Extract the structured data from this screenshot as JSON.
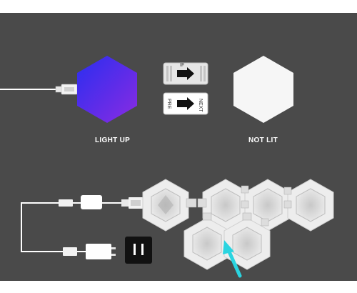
{
  "labels": {
    "lit": "LIGHT UP",
    "unlit": "NOT LIT"
  },
  "connectors": {
    "top_text": "IF",
    "bottom_text_left": "PRE",
    "bottom_text_right": "NEXT"
  },
  "colors": {
    "background": "#4a4a4a",
    "lit_gradient_start": "#2a2ef0",
    "lit_gradient_end": "#8a2be2",
    "unlit_panel": "#f6f6f6",
    "cable": "#ffffff",
    "power_adapter": "#111111",
    "pointer_arrow": "#2ad4e0"
  },
  "icons": [
    "usb-plug-icon",
    "controller-box-icon",
    "power-adapter-icon",
    "wall-socket-icon",
    "arrow-icon",
    "pointer-arrow-icon"
  ]
}
